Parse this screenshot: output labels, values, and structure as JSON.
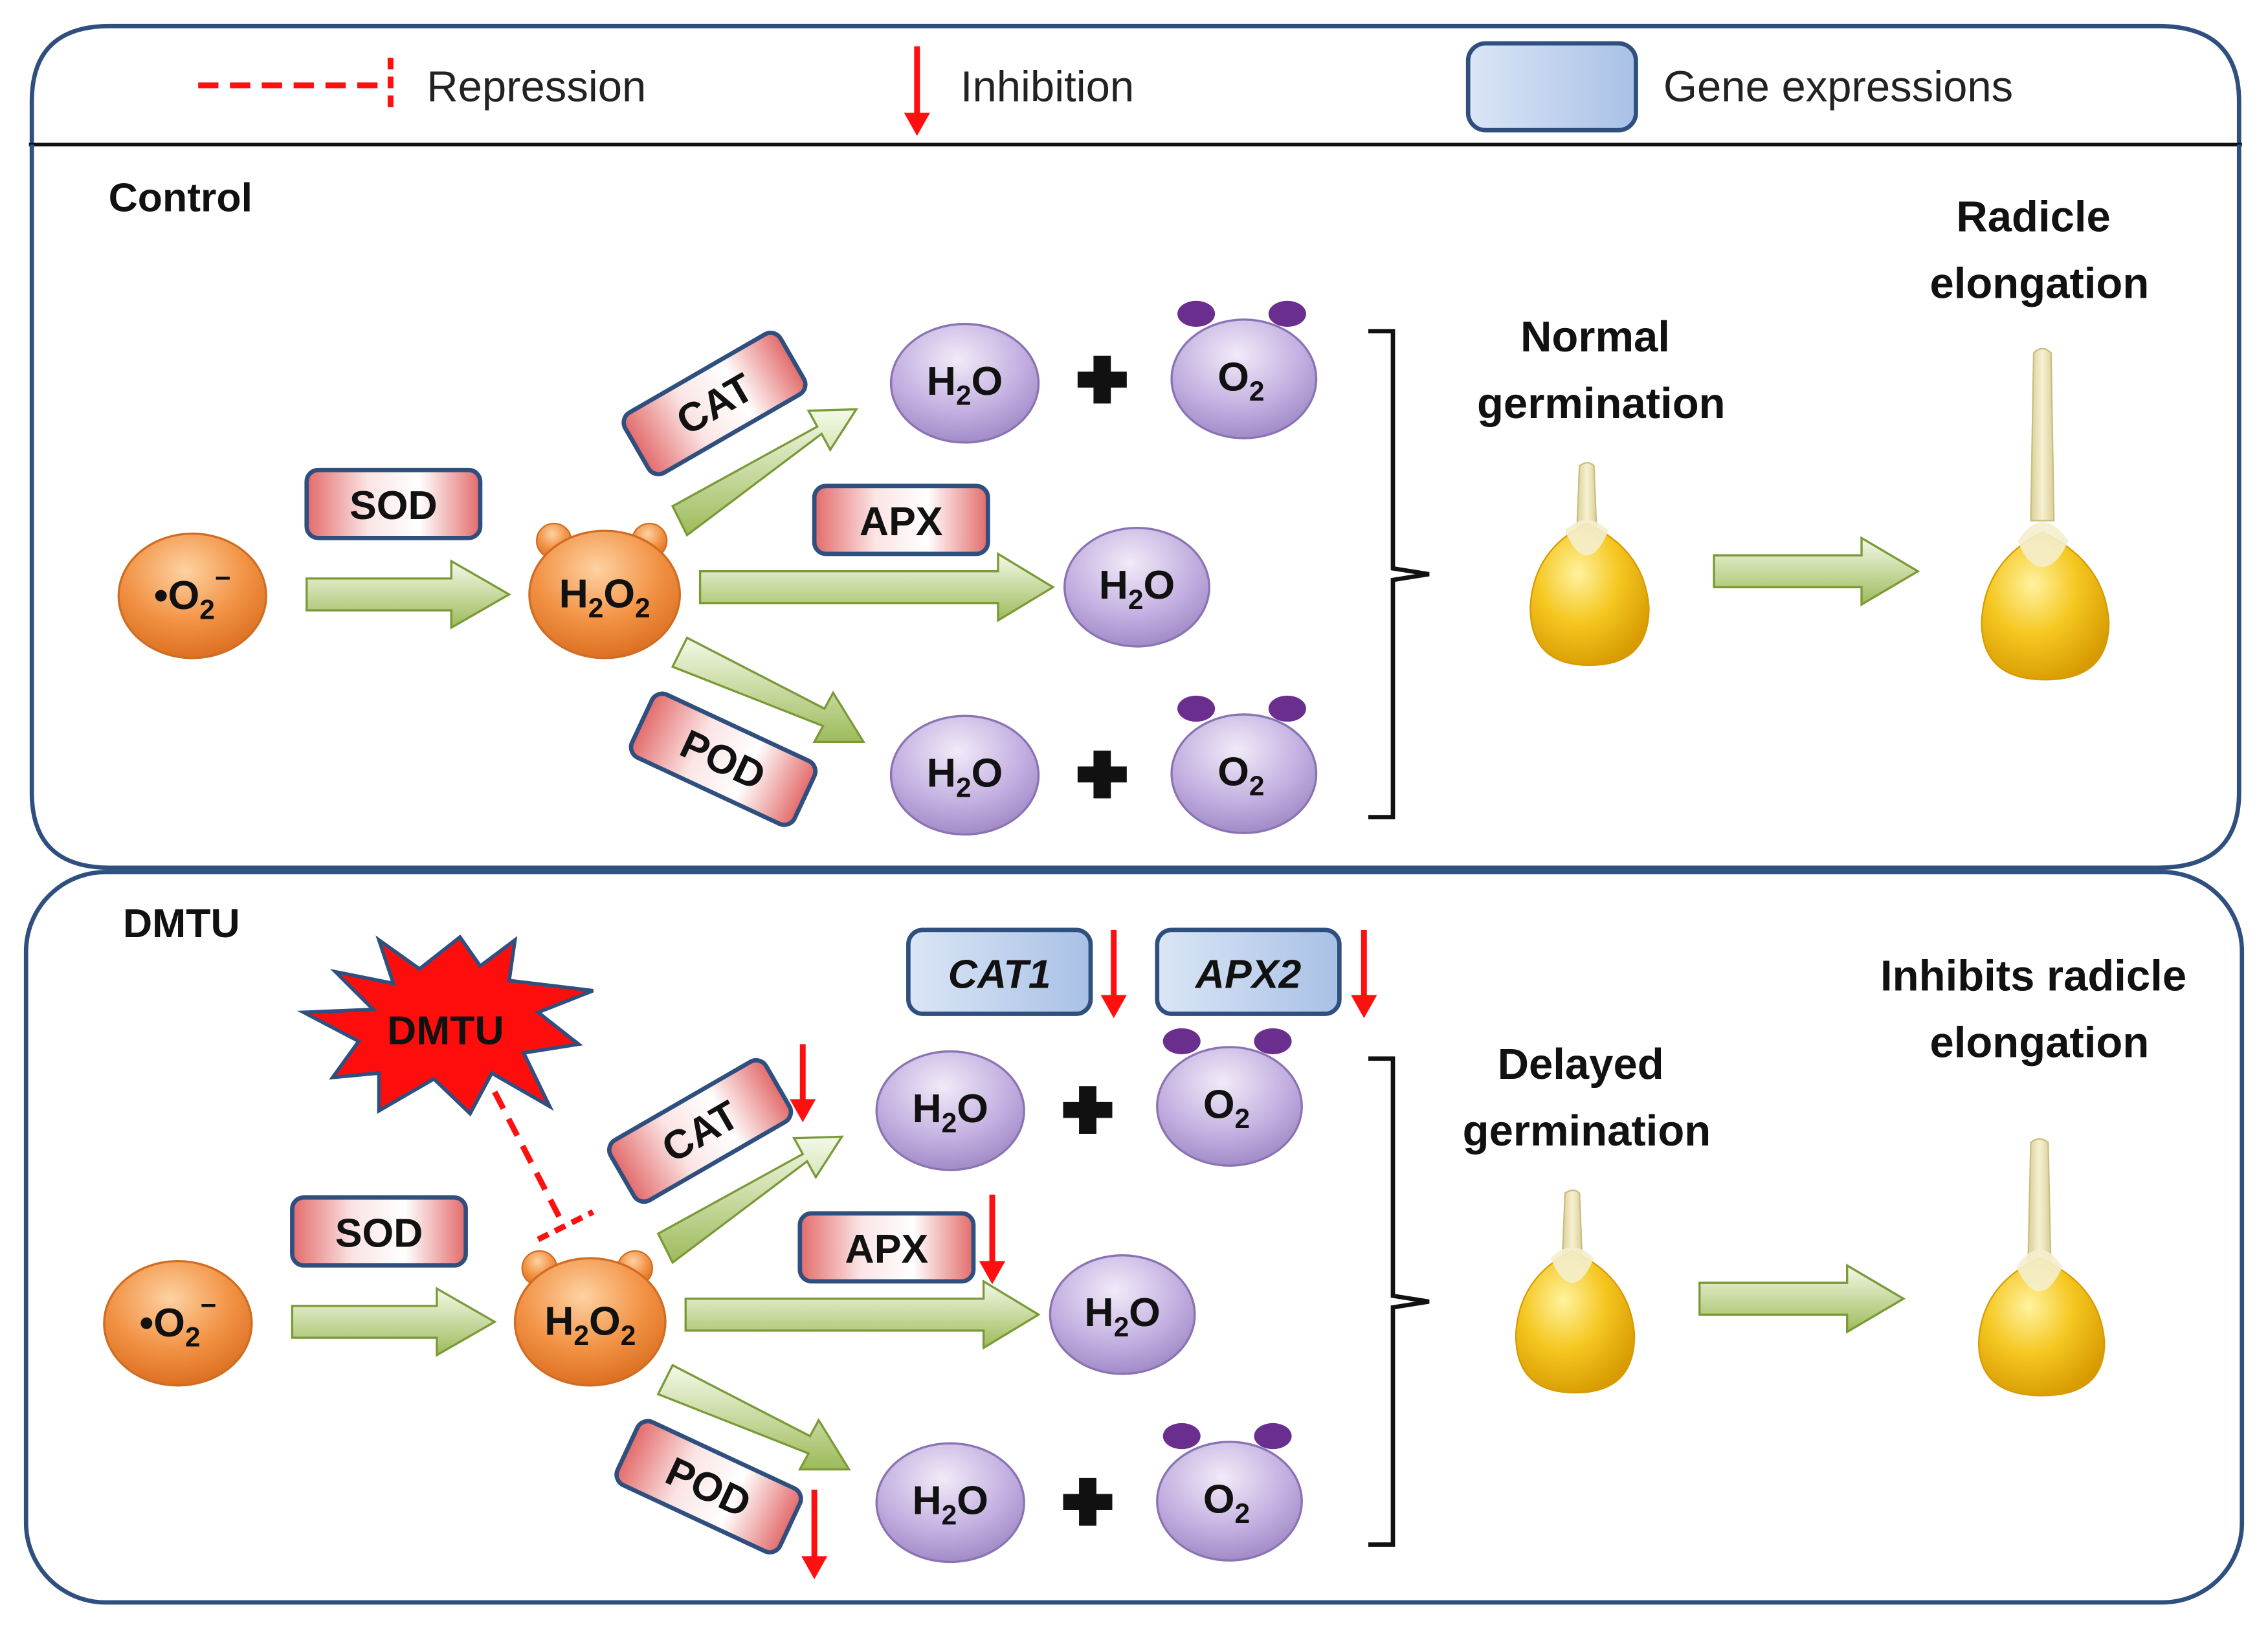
{
  "legend": {
    "repression": "Repression",
    "inhibition": "Inhibition",
    "gene_expressions": "Gene expressions"
  },
  "control": {
    "title": "Control",
    "substrate": {
      "main": "•O",
      "sub": "2",
      "sup": "−"
    },
    "h2o2": {
      "a": "H",
      "b": "2",
      "c": "O",
      "d": "2"
    },
    "enzymes": {
      "sod": "SOD",
      "cat": "CAT",
      "apx": "APX",
      "pod": "POD"
    },
    "water": {
      "a": "H",
      "b": "2",
      "c": "O"
    },
    "oxygen": {
      "a": "O",
      "b": "2"
    },
    "outcome_1": [
      "Normal",
      "germination"
    ],
    "outcome_2": [
      "Radicle",
      "elongation"
    ]
  },
  "dmtu": {
    "title": "DMTU",
    "burst_label": "DMTU",
    "genes": {
      "cat1": "CAT1",
      "apx2": "APX2"
    },
    "outcome_1": [
      "Delayed",
      "germination"
    ],
    "outcome_2": [
      "Inhibits radicle",
      "elongation"
    ]
  },
  "colors": {
    "panel_border": "#2f4f7f",
    "arrow_green_light": "#f2f8e4",
    "arrow_green_dark": "#8fb04a",
    "orange": "#e8873a",
    "purple": "#b7a1d6",
    "red": "#ff1010",
    "enzyme_red": "#e06a6a",
    "gene_blue": "#c5d6ef"
  }
}
